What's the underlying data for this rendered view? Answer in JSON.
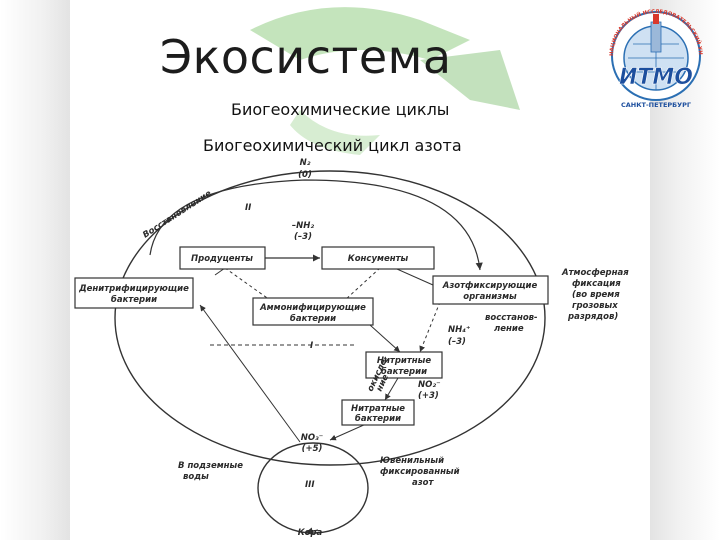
{
  "slide": {
    "title": "Экосистема",
    "subtitle_1": "Биогеохимические циклы",
    "subtitle_2": "Биогеохимический цикл азота"
  },
  "logo": {
    "brand_text": "ИТМО",
    "arc_text": "НАЦИОНАЛЬНЫЙ ИССЛЕДОВАТЕЛЬСКИЙ УНИВЕРСИТЕТ",
    "city_text": "САНКТ-ПЕТЕРБУРГ",
    "colors": {
      "globe": "#2b6fb3",
      "brand": "#1d4f9e",
      "accent": "#d9382b"
    }
  },
  "diagram": {
    "n2": [
      "N₂",
      "(0)"
    ],
    "region_II": "II",
    "region_I": "I",
    "region_III": "III",
    "restoration": "Восстановление",
    "nh_group": [
      "–NH₂",
      "(–3)"
    ],
    "producers": "Продуценты",
    "consumers": "Консументы",
    "denitrifying": [
      "Денитрифицирующие",
      "бактерии"
    ],
    "nitrogen_fixing": [
      "Азотфиксирующие",
      "организмы"
    ],
    "atmospheric": [
      "Атмосферная",
      "фиксация",
      "(во время",
      "грозовых",
      "разрядов)"
    ],
    "ammonifying": [
      "Аммонифицирующие",
      "бактерии"
    ],
    "restoration_2": [
      "восстанов-",
      "ление"
    ],
    "nh4": [
      "NH₄⁺",
      "(–3)"
    ],
    "nitrite_bacteria": [
      "Нитритные",
      "бактерии"
    ],
    "oxidation": [
      "окисле-",
      "ние"
    ],
    "no2": [
      "NO₂⁻",
      "(+3)"
    ],
    "nitrate_bacteria": [
      "Нитратные",
      "бактерии"
    ],
    "no3": [
      "NO₃⁻",
      "(+5)"
    ],
    "groundwater": [
      "В подземные",
      "воды"
    ],
    "juvenile": [
      "Ювенильный",
      "фиксированный",
      "азот"
    ],
    "crust": "Кора"
  }
}
